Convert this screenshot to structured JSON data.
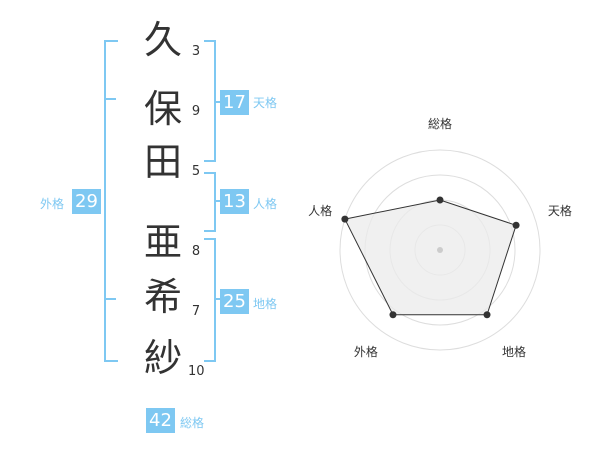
{
  "name_chars": [
    {
      "char": "久",
      "strokes": "3"
    },
    {
      "char": "保",
      "strokes": "9"
    },
    {
      "char": "田",
      "strokes": "5"
    },
    {
      "char": "亜",
      "strokes": "8"
    },
    {
      "char": "希",
      "strokes": "7"
    },
    {
      "char": "紗",
      "strokes": "10"
    }
  ],
  "scores": {
    "tenkaku": {
      "value": "17",
      "label": "天格"
    },
    "jinkaku": {
      "value": "13",
      "label": "人格"
    },
    "chikaku": {
      "value": "25",
      "label": "地格"
    },
    "gaikaku": {
      "value": "29",
      "label": "外格"
    },
    "soukaku": {
      "value": "42",
      "label": "総格"
    }
  },
  "colors": {
    "accent": "#7ec8f2",
    "text": "#333333",
    "radar_fill": "#ebebeb",
    "ring": "#dddddd"
  },
  "chart_data": {
    "type": "radar",
    "axes": [
      "総格",
      "天格",
      "地格",
      "外格",
      "人格"
    ],
    "values": [
      0.5,
      0.8,
      0.8,
      0.8,
      1.0
    ],
    "scale_max": 1.0,
    "rings": 4
  }
}
